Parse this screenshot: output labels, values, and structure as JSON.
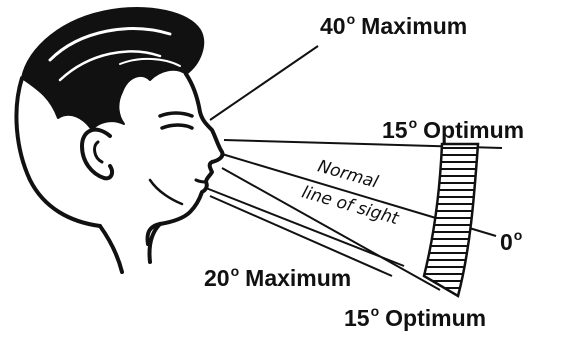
{
  "labels": {
    "upper_max": {
      "value": "40",
      "unit": "o",
      "text": "Maximum"
    },
    "upper_opt": {
      "value": "15",
      "unit": "o",
      "text": "Optimum"
    },
    "zero": {
      "value": "0",
      "unit": "o"
    },
    "lower_max": {
      "value": "20",
      "unit": "o",
      "text": "Maximum"
    },
    "lower_opt": {
      "value": "15",
      "unit": "o",
      "text": "Optimum"
    },
    "normal_line_1": "Normal",
    "normal_line_2": "line of sight"
  },
  "colors": {
    "ink": "#111111",
    "background": "#ffffff"
  }
}
